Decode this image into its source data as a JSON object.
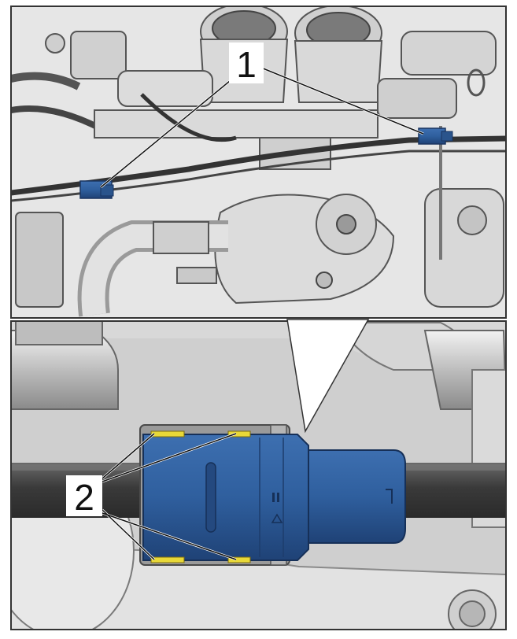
{
  "figure": {
    "callouts": [
      {
        "id": "callout-1",
        "label": "1"
      },
      {
        "id": "callout-2",
        "label": "2"
      }
    ],
    "colors": {
      "connector_blue": "#2f5f9e",
      "connector_blue_dark": "#1f4276",
      "clip_yellow": "#e8d838",
      "engine_gray": "#d4d4d4",
      "background_gray": "#c9c9c9",
      "frame": "#333333"
    },
    "icons": [
      "warning-triangle-icon"
    ]
  }
}
